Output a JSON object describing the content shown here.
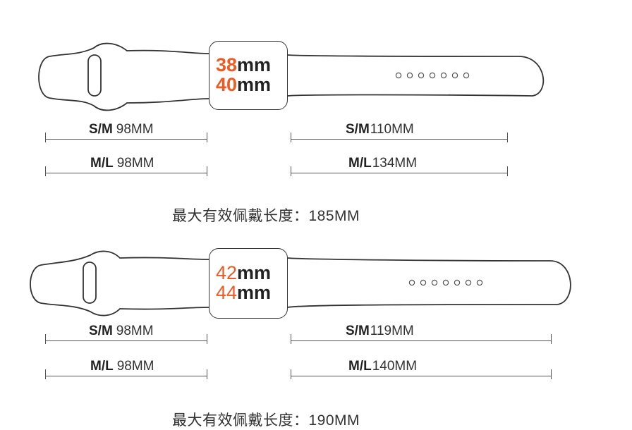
{
  "accent_color": "#f05a22",
  "sections": [
    {
      "case_sizes": [
        {
          "num": "38",
          "unit": "mm"
        },
        {
          "num": "40",
          "unit": "mm"
        }
      ],
      "short_side": [
        {
          "size": "S/M",
          "length": "98MM"
        },
        {
          "size": "M/L",
          "length": "98MM"
        }
      ],
      "long_side": [
        {
          "size": "S/M",
          "length": "110MM"
        },
        {
          "size": "M/L",
          "length": "134MM"
        }
      ],
      "max_length_label": "最大有效佩戴长度：",
      "max_length_value": "185MM",
      "holes": 7
    },
    {
      "case_sizes": [
        {
          "num": "42",
          "unit": "mm"
        },
        {
          "num": "44",
          "unit": "mm"
        }
      ],
      "short_side": [
        {
          "size": "S/M",
          "length": "98MM"
        },
        {
          "size": "M/L",
          "length": "98MM"
        }
      ],
      "long_side": [
        {
          "size": "S/M",
          "length": "119MM"
        },
        {
          "size": "M/L",
          "length": "140MM"
        }
      ],
      "max_length_label": "最大有效佩戴长度：",
      "max_length_value": "190MM",
      "holes": 7
    }
  ]
}
